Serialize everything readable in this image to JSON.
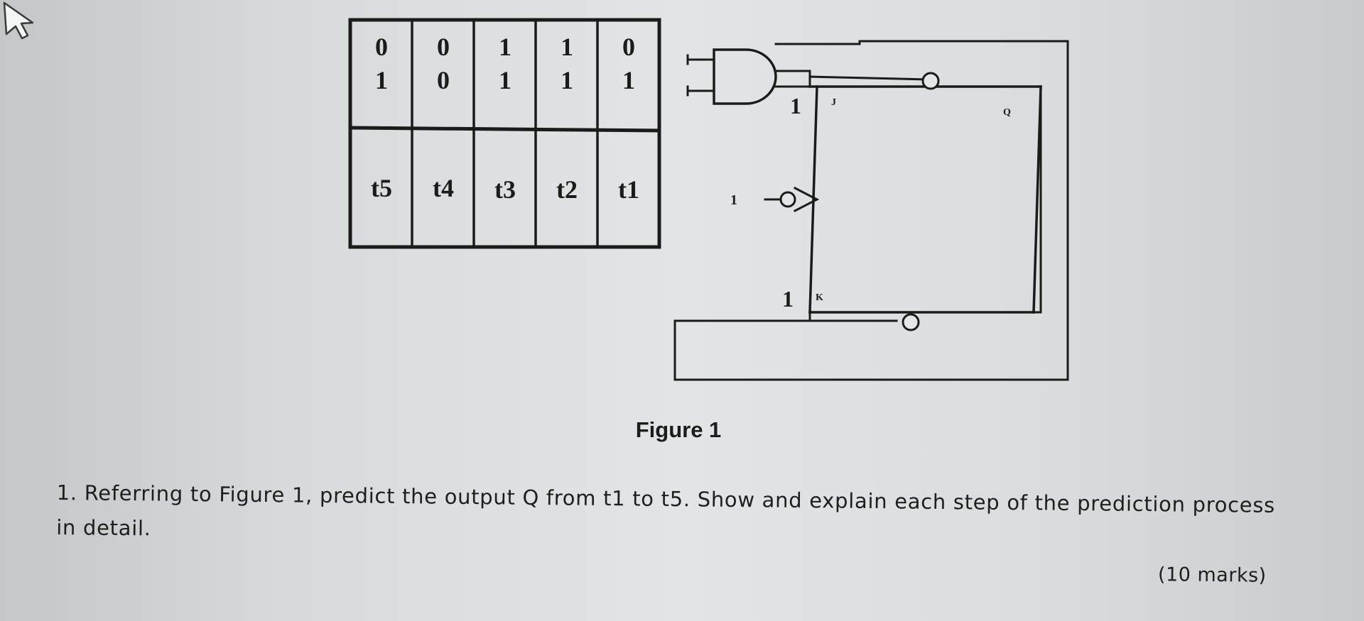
{
  "figure": {
    "input_table": {
      "top_row": [
        [
          "0",
          "1"
        ],
        [
          "0",
          "0"
        ],
        [
          "1",
          "1"
        ],
        [
          "1",
          "1"
        ],
        [
          "0",
          "1"
        ]
      ],
      "time_labels": [
        "t5",
        "t4",
        "t3",
        "t2",
        "t1"
      ]
    },
    "flipflop": {
      "j_value": "1",
      "j_pin": "J",
      "q_pin": "Q",
      "clock_value": "1",
      "k_value": "1",
      "k_pin": "K"
    },
    "caption": "Figure 1"
  },
  "question": {
    "text": "1. Referring to Figure 1, predict the output Q from t1 to t5. Show and explain each step of the prediction process in detail.",
    "marks": "(10 marks)"
  },
  "colors": {
    "ink": "#1b1b1b",
    "background": "#dfe2e3"
  },
  "icons": {
    "cursor": "mouse-pointer-icon",
    "and_gate": "and-gate-icon",
    "inversion_bubble": "inversion-bubble-icon",
    "clock_input": "clock-triangle-icon"
  }
}
